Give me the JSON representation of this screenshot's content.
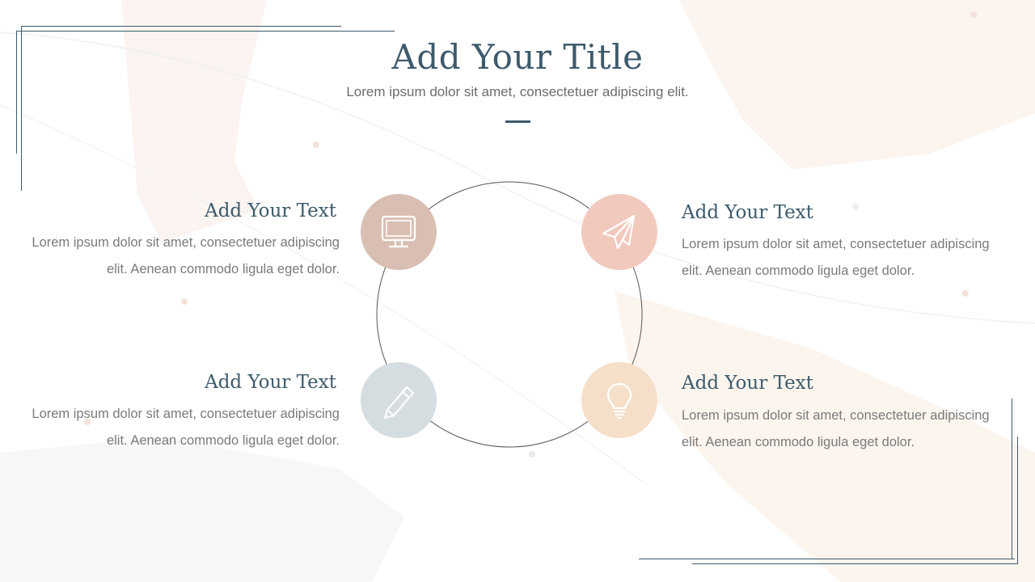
{
  "header": {
    "title": "Add Your Title",
    "subtitle": "Lorem ipsum dolor sit amet, consectetuer adipiscing elit."
  },
  "items": [
    {
      "title": "Add Your Text",
      "body": "Lorem ipsum dolor sit amet, consectetuer adipiscing elit. Aenean commodo ligula eget dolor.",
      "icon": "monitor-icon",
      "color": "#d9bfb3"
    },
    {
      "title": "Add Your Text",
      "body": "Lorem ipsum dolor sit amet, consectetuer adipiscing elit. Aenean commodo ligula eget dolor.",
      "icon": "paper-plane-icon",
      "color": "#f2c9bd"
    },
    {
      "title": "Add Your Text",
      "body": "Lorem ipsum dolor sit amet, consectetuer adipiscing elit. Aenean commodo ligula eget dolor.",
      "icon": "pencil-icon",
      "color": "#d5dde0"
    },
    {
      "title": "Add Your Text",
      "body": "Lorem ipsum dolor sit amet, consectetuer adipiscing elit. Aenean commodo ligula eget dolor.",
      "icon": "lightbulb-icon",
      "color": "#f5dfc8"
    }
  ],
  "colors": {
    "accent": "#3e5b6c",
    "text_muted": "#7a7a7a"
  }
}
